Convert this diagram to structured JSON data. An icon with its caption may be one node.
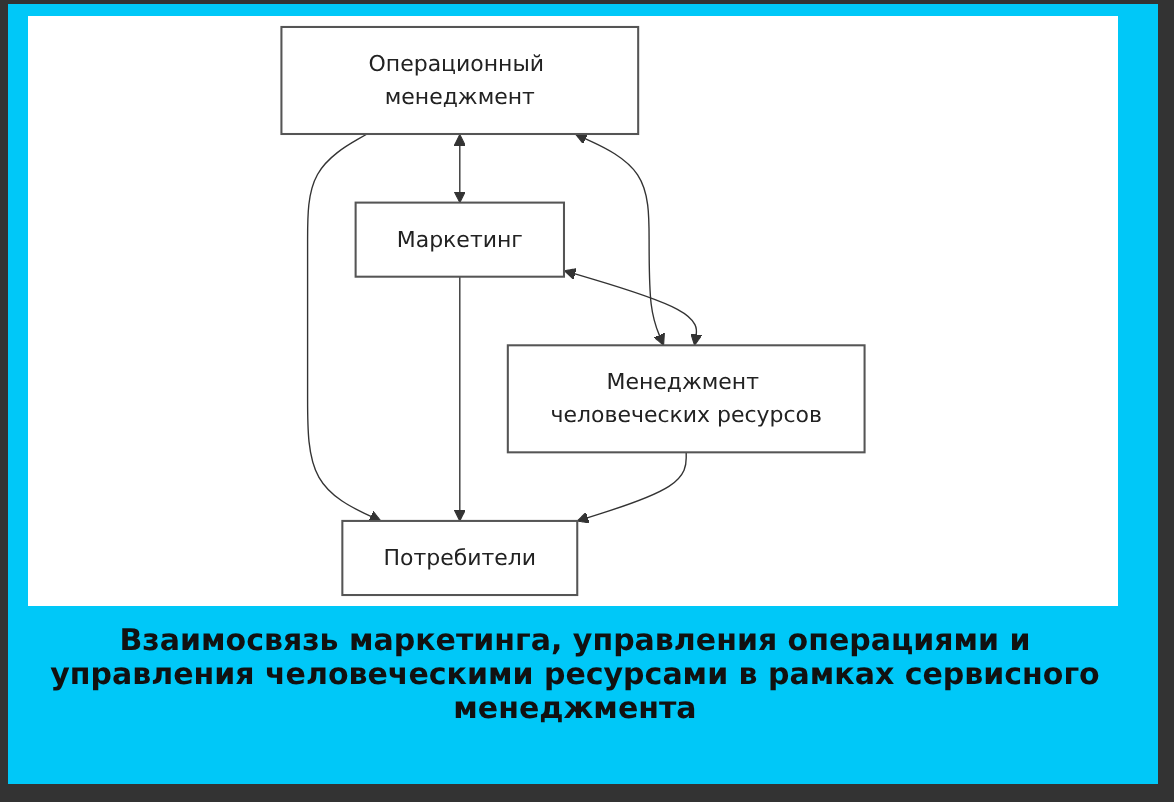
{
  "diagram": {
    "caption": "Взаимосвязь маркетинга, управления операциями и управления человеческими ресурсами в рамках сервисного менеджмента",
    "nodes": [
      {
        "text": [
          "Операционный менеджмент"
        ]
      },
      {
        "text": [
          "Маркетинг"
        ]
      },
      {
        "text": [
          "Потребители"
        ]
      },
      {
        "text": [
          "Менеджмент человеческих ресурсов"
        ]
      }
    ],
    "edges": [
      {
        "from": 0,
        "to": 1,
        "arrow": "both"
      },
      {
        "from": 0,
        "to": 2,
        "arrow": "to"
      },
      {
        "from": 1,
        "to": 2,
        "arrow": "to"
      },
      {
        "from": 3,
        "to": 2,
        "arrow": "to"
      },
      {
        "from": 0,
        "to": 3,
        "arrow": "both"
      },
      {
        "from": 1,
        "to": 3,
        "arrow": "both"
      }
    ]
  }
}
